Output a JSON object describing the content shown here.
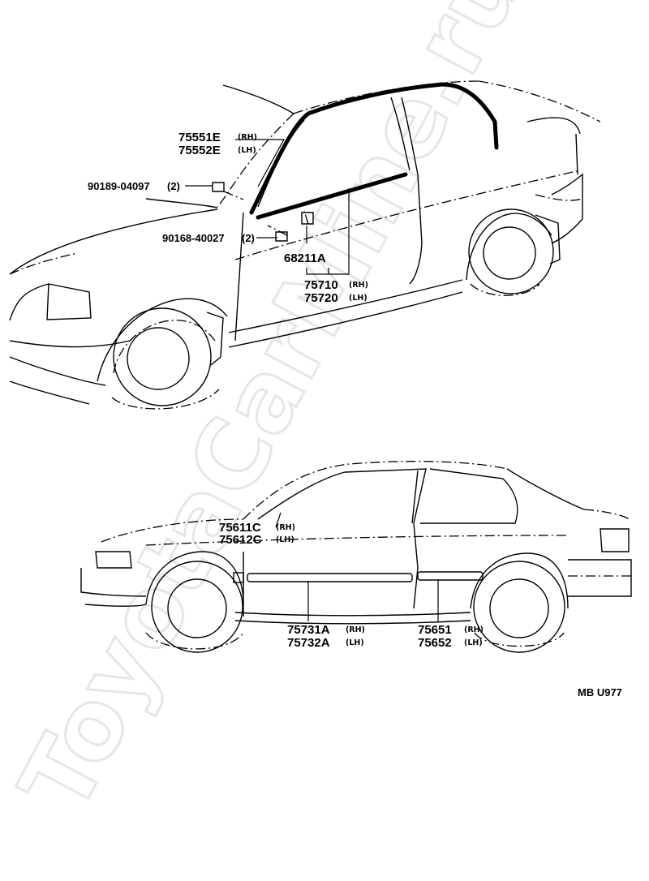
{
  "watermark": "ToyotaCarMine.ru",
  "drawing_code": "MB  U977",
  "callouts": {
    "upper": {
      "p75551e": {
        "part": "75551E",
        "side": "(RH)"
      },
      "p75552e": {
        "part": "75552E",
        "side": "(LH)"
      },
      "p90189": {
        "part": "90189-04097",
        "qty": "(2)"
      },
      "p90168": {
        "part": "90168-40027",
        "qty": "(2)"
      },
      "p68211a": {
        "part": "68211A"
      },
      "p75710": {
        "part": "75710",
        "side": "(RH)"
      },
      "p75720": {
        "part": "75720",
        "side": "(LH)"
      }
    },
    "lower": {
      "p75611c": {
        "part": "75611C",
        "side": "(RH)"
      },
      "p75612c": {
        "part": "75612C",
        "side": "(LH)"
      },
      "p75731a": {
        "part": "75731A",
        "side": "(RH)"
      },
      "p75732a": {
        "part": "75732A",
        "side": "(LH)"
      },
      "p75651": {
        "part": "75651",
        "side": "(RH)"
      },
      "p75652": {
        "part": "75652",
        "side": "(LH)"
      }
    }
  }
}
